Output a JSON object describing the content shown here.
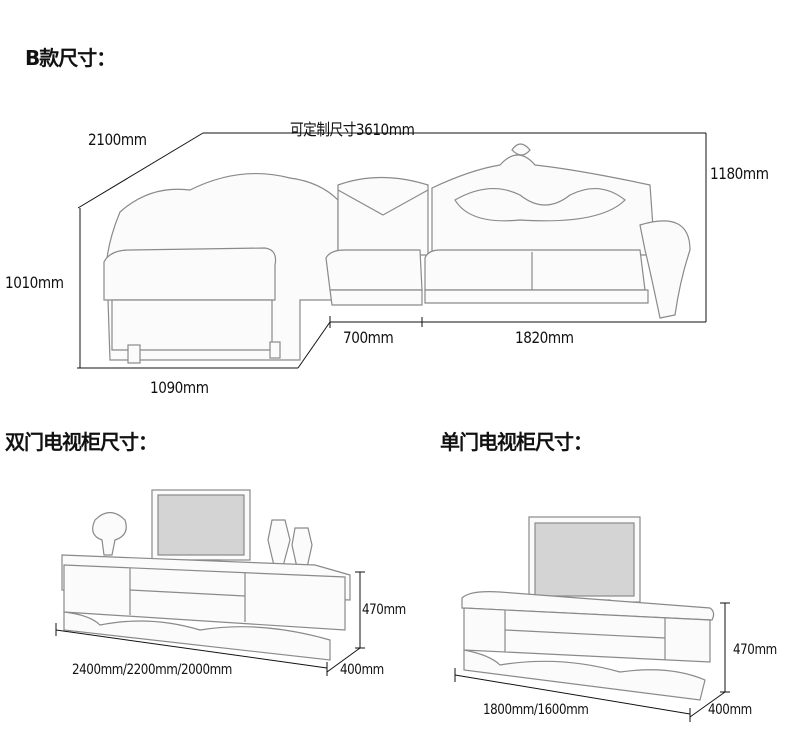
{
  "sofa": {
    "title": "B款尺寸：",
    "total_width": "可定制尺寸3610mm",
    "depth": "2100mm",
    "back_height": "1180mm",
    "side_height": "1010mm",
    "middle_width": "700mm",
    "three_seat_width": "1820mm",
    "chaise_width": "1090mm"
  },
  "double_door_tv_cabinet": {
    "title": "双门电视柜尺寸：",
    "height": "470mm",
    "length": "2400mm/2200mm/2000mm",
    "depth": "400mm"
  },
  "single_door_tv_cabinet": {
    "title": "单门电视柜尺寸：",
    "height": "470mm",
    "length": "1800mm/1600mm",
    "depth": "400mm"
  },
  "colors": {
    "line": "#111111",
    "sketch": "#8a8a8a"
  }
}
